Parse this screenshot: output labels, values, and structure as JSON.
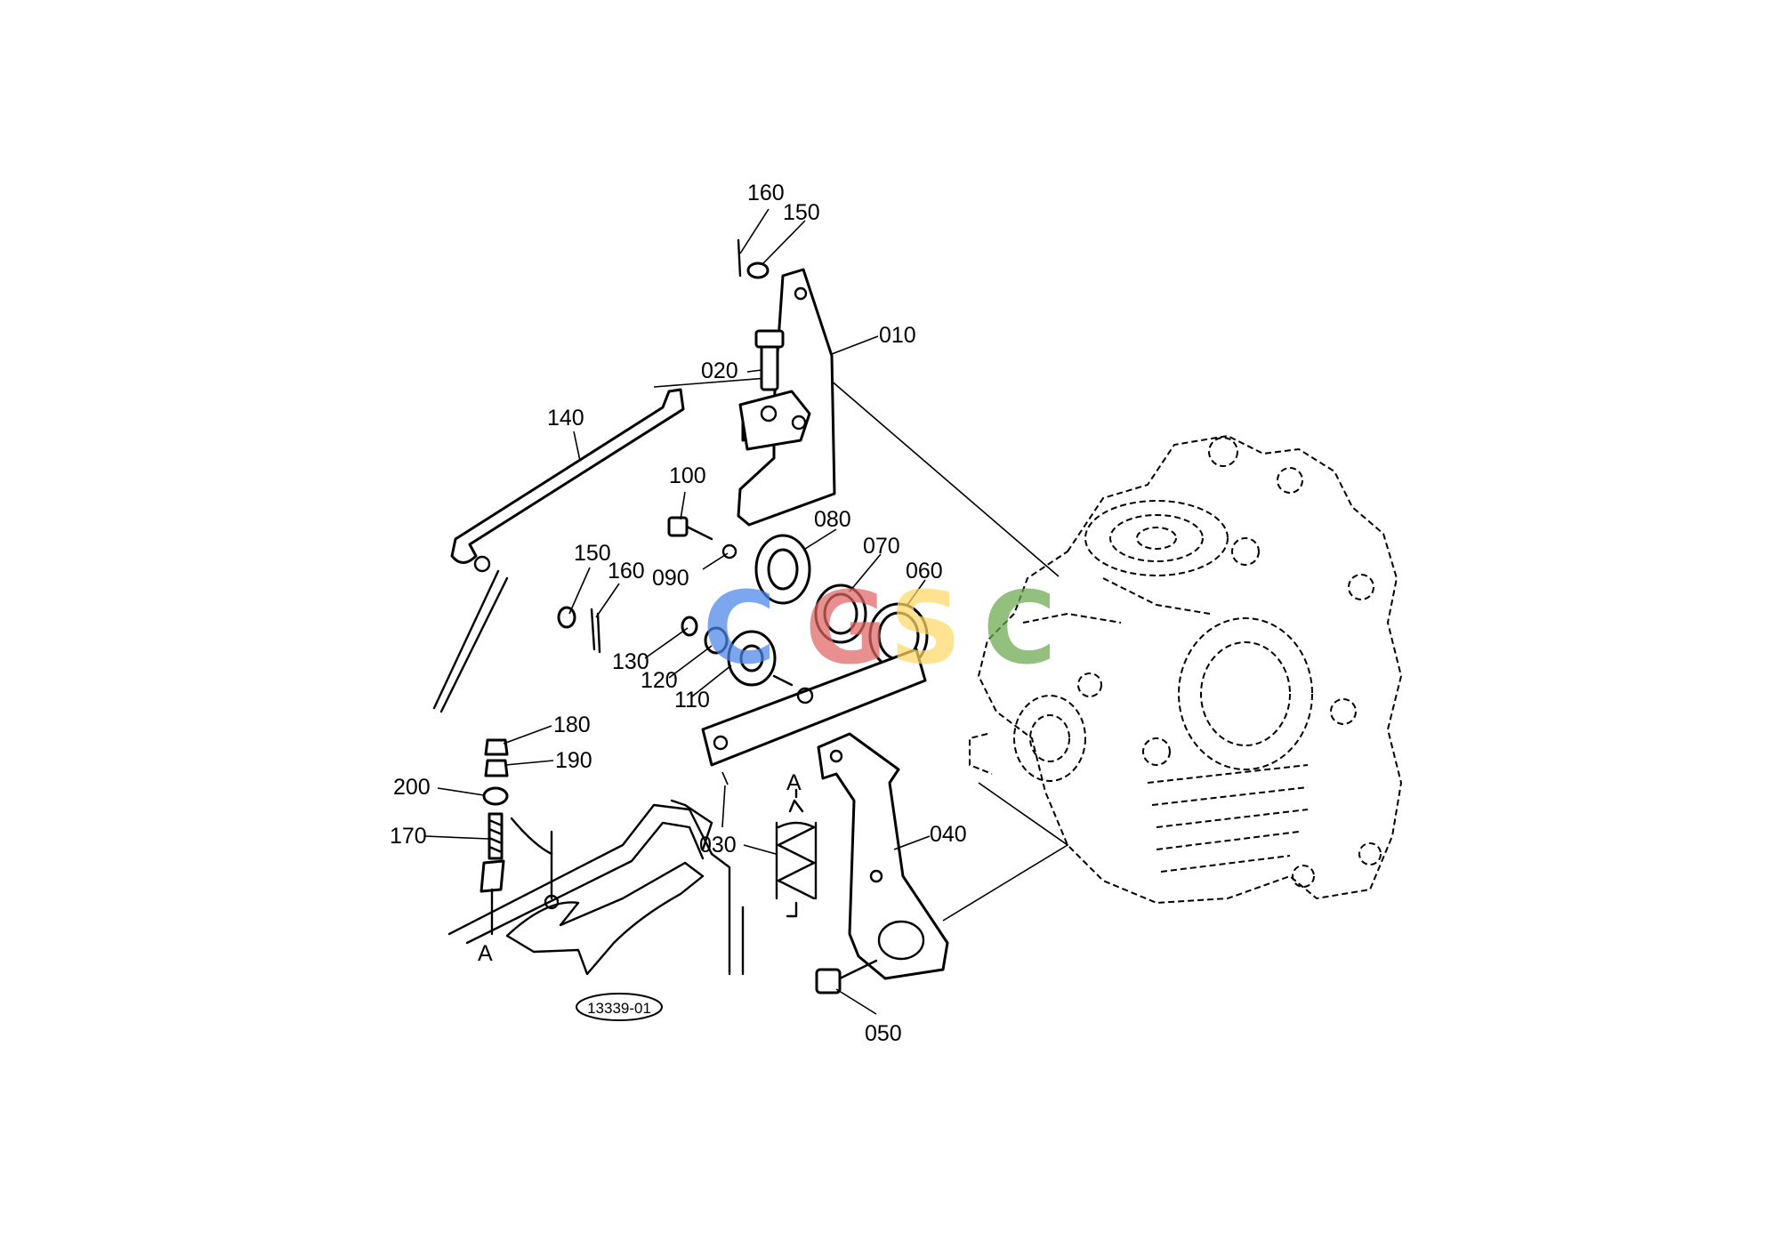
{
  "callouts": {
    "p010": "010",
    "p020": "020",
    "p030": "030",
    "p040": "040",
    "p050": "050",
    "p060": "060",
    "p070": "070",
    "p080": "080",
    "p090": "090",
    "p100": "100",
    "p110": "110",
    "p120": "120",
    "p130": "130",
    "p140": "140",
    "p150_top": "150",
    "p160_top": "160",
    "p150_mid": "150",
    "p160_mid": "160",
    "p170": "170",
    "p180": "180",
    "p190": "190",
    "p200": "200"
  },
  "section_marks": {
    "a_spring": "A",
    "a_rod": "A"
  },
  "drawing_code": "13339-01",
  "watermark": {
    "letters": [
      "C",
      "G",
      "S",
      "C"
    ],
    "colors": [
      "#4a86e8",
      "#e06666",
      "#ffd966",
      "#6aa84f"
    ]
  }
}
